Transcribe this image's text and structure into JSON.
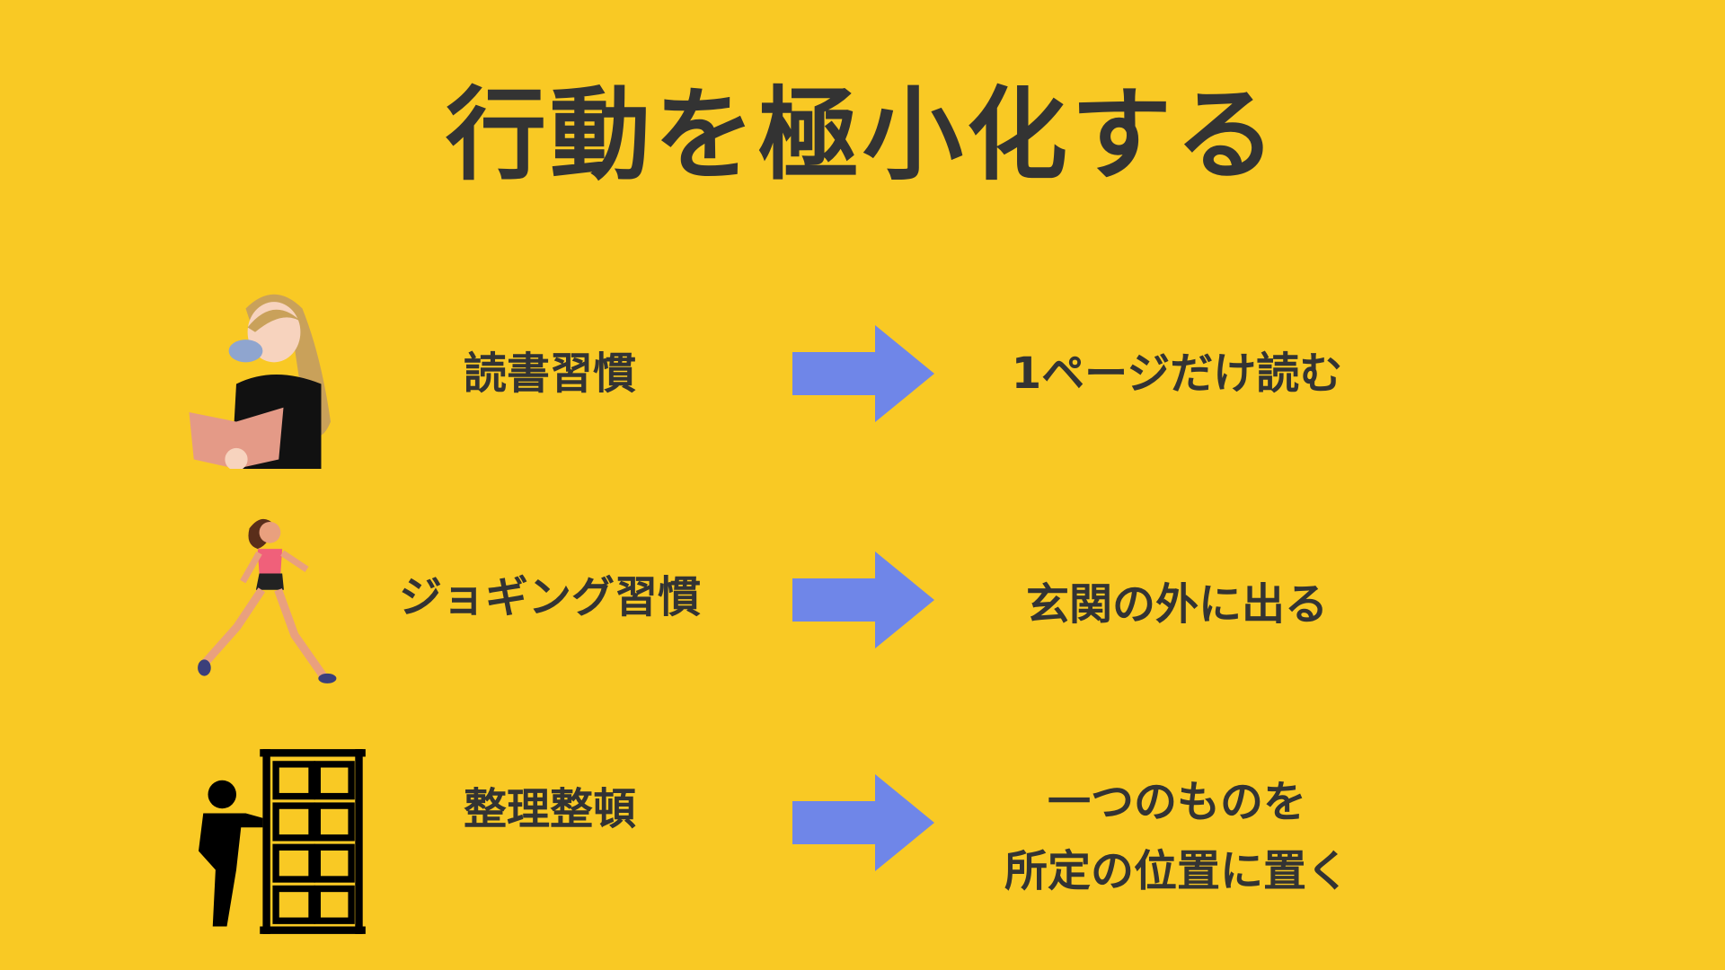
{
  "title": "行動を極小化する",
  "colors": {
    "background": "#F9C924",
    "arrow": "#6F86E8",
    "text": "#333333"
  },
  "rows": [
    {
      "habit": "読書習慣",
      "action": "1ページだけ読む",
      "icon": "reading-woman-icon"
    },
    {
      "habit": "ジョギング習慣",
      "action": "玄関の外に出る",
      "icon": "jogging-woman-icon"
    },
    {
      "habit": "整理整頓",
      "action_line1": "一つのものを",
      "action_line2": "所定の位置に置く",
      "icon": "shelf-person-icon"
    }
  ]
}
